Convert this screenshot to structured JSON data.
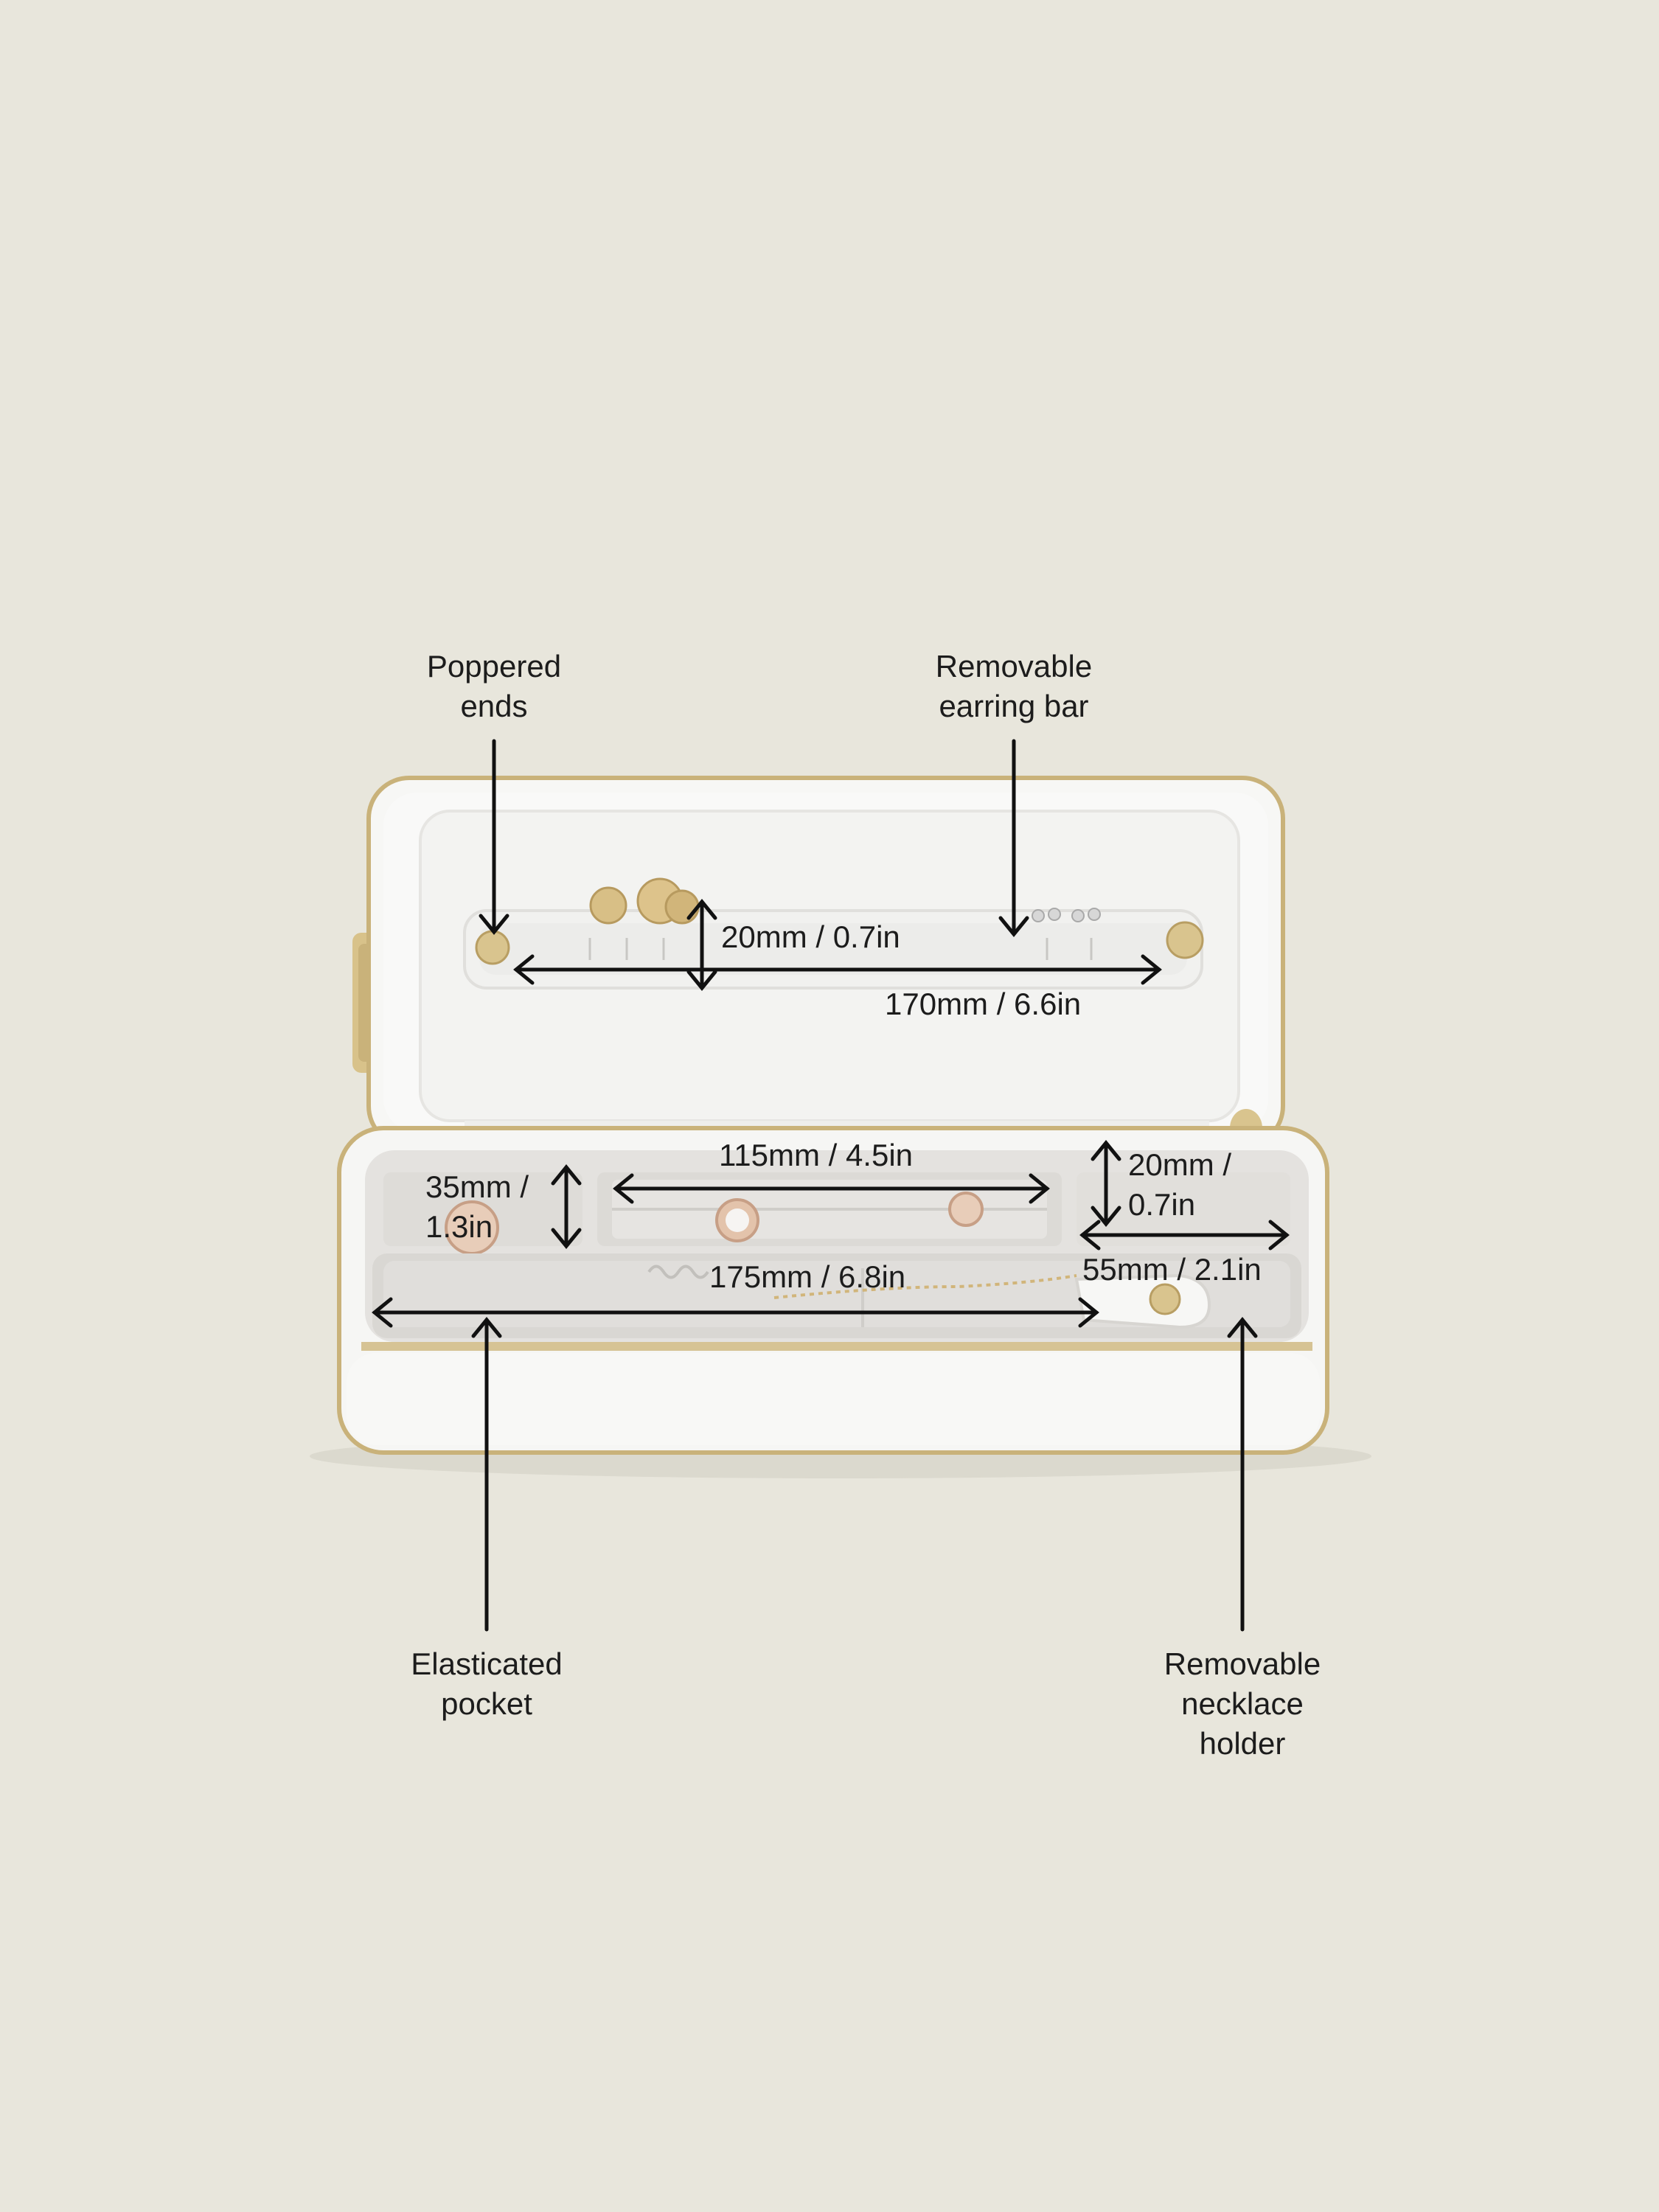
{
  "colors": {
    "background": "#e8e6dc",
    "case_white": "#f7f7f5",
    "lining_grey": "#e2e0dd",
    "zip_gold": "#c9b27a",
    "text": "#1c1c1c"
  },
  "callouts": {
    "poppered_ends": "Poppered\nends",
    "removable_earring_bar": "Removable\nearring bar",
    "elasticated_pocket": "Elasticated\npocket",
    "removable_necklace_holder": "Removable\nnecklace\nholder"
  },
  "dimensions": {
    "earring_bar_height": "20mm / 0.7in",
    "earring_bar_length": "170mm / 6.6in",
    "ring_roll_length": "115mm / 4.5in",
    "compartment_depth_left": "35mm /\n1.3in",
    "compartment_depth_right": "20mm /\n0.7in",
    "pocket_length": "175mm / 6.8in",
    "necklace_holder_width": "55mm / 2.1in"
  }
}
